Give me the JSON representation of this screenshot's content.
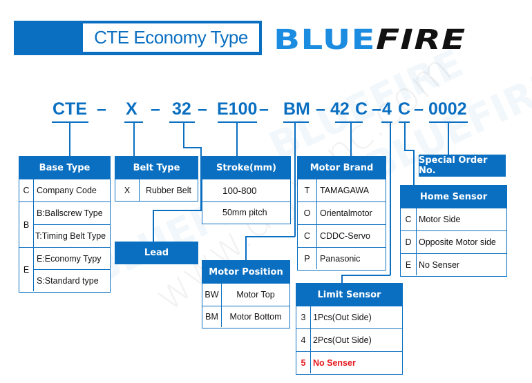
{
  "header": {
    "title": "CTE Economy Type",
    "logo_blue": "BLUE",
    "logo_black": "FIRE"
  },
  "watermarks": [
    "BLUEFIRE",
    "BLUEFIRE",
    "BLUEFIRE",
    "www.dlyycnc.com"
  ],
  "model_code": {
    "segments": [
      "CTE",
      "X",
      "32",
      "E100",
      "BM",
      "42",
      "C",
      "4",
      "C",
      "0002"
    ],
    "separator": "–"
  },
  "tables": {
    "base_type": {
      "header": "Base Type",
      "rows": [
        {
          "key": "C",
          "values": [
            "Company Code"
          ]
        },
        {
          "key": "B",
          "values": [
            "B:Ballscrew Type",
            "T:Timing Belt Type"
          ]
        },
        {
          "key": "E",
          "values": [
            "E:Economy Typy",
            "S:Standard type"
          ]
        }
      ]
    },
    "belt_type": {
      "header": "Belt Type",
      "rows": [
        {
          "key": "X",
          "value": "Rubber Belt"
        }
      ]
    },
    "lead": {
      "header": "Lead"
    },
    "stroke": {
      "header": "Stroke(mm)",
      "rows": [
        "100-800",
        "50mm pitch"
      ]
    },
    "motor_position": {
      "header": "Motor Position",
      "rows": [
        {
          "key": "BW",
          "value": "Motor Top"
        },
        {
          "key": "BM",
          "value": "Motor Bottom"
        }
      ]
    },
    "motor_brand": {
      "header": "Motor Brand",
      "rows": [
        {
          "key": "T",
          "value": "TAMAGAWA"
        },
        {
          "key": "O",
          "value": "Orientalmotor"
        },
        {
          "key": "C",
          "value": "CDDC-Servo"
        },
        {
          "key": "P",
          "value": "Panasonic"
        }
      ]
    },
    "limit_sensor": {
      "header": "Limit Sensor",
      "rows": [
        {
          "key": "3",
          "value": "1Pcs(Out Side)"
        },
        {
          "key": "4",
          "value": "2Pcs(Out Side)"
        },
        {
          "key": "5",
          "value": "No Senser",
          "highlight": "#e8151b"
        }
      ]
    },
    "home_sensor": {
      "header": "Home Sensor",
      "rows": [
        {
          "key": "C",
          "value": "Motor Side"
        },
        {
          "key": "D",
          "value": "Opposite Motor side"
        },
        {
          "key": "E",
          "value": "No Senser"
        }
      ]
    },
    "special_order": {
      "header": "Special Order No."
    }
  },
  "colors": {
    "brand_blue": "#0a6fc1",
    "logo_blue": "#1b8ce0",
    "highlight_red": "#e8151b"
  }
}
